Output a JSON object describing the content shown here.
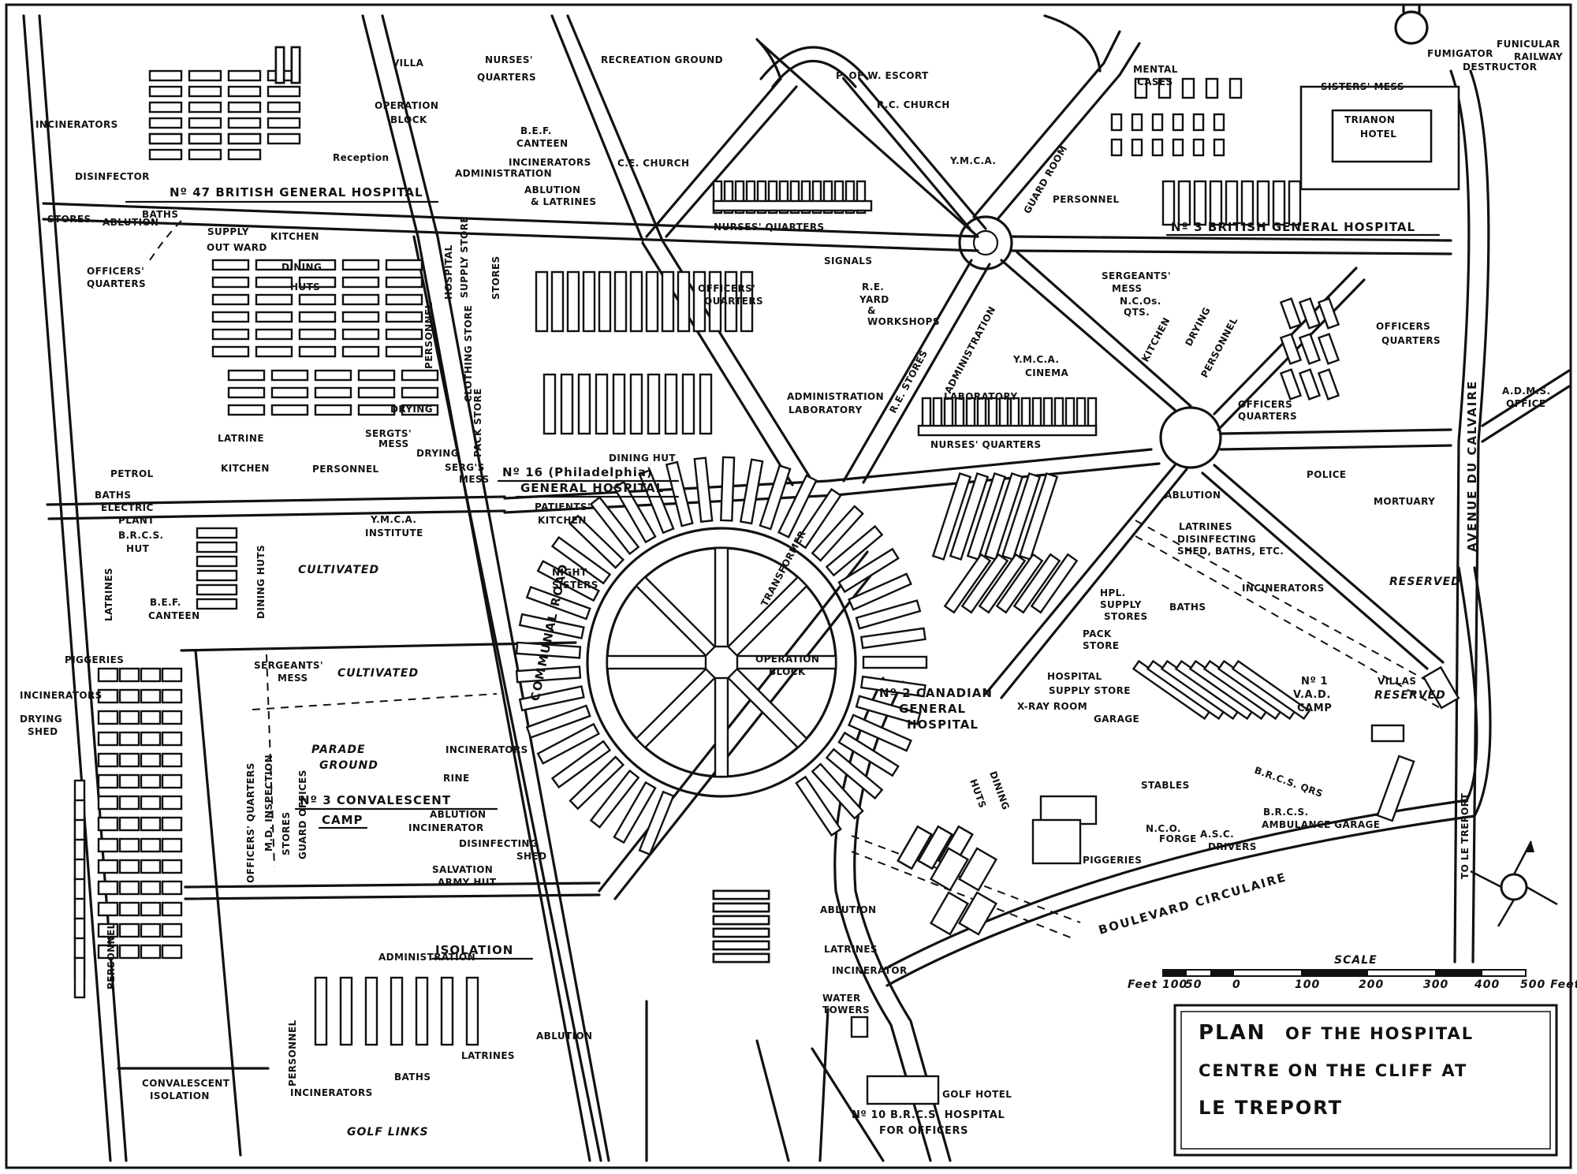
{
  "title": {
    "line1_big": "PLAN",
    "line1_rest": "OF THE HOSPITAL",
    "line2": "CENTRE ON THE CLIFF AT",
    "line3": "LE TREPORT"
  },
  "scale": {
    "heading": "SCALE",
    "ticks": [
      "Feet 100",
      "50",
      "0",
      "100",
      "200",
      "300",
      "400",
      "500 Feet"
    ]
  },
  "hospitals": {
    "h47": "Nº 47 BRITISH GENERAL HOSPITAL",
    "h3": "Nº 3 BRITISH GENERAL HOSPITAL",
    "h16a": "Nº 16 (Philadelphia)",
    "h16b": "GENERAL HOSPITAL",
    "c2a": "Nº 2 CANADIAN",
    "c2b": "GENERAL",
    "c2c": "HOSPITAL",
    "conv_a": "Nº 3 CONVALESCENT",
    "conv_b": "CAMP",
    "isolation": "ISOLATION",
    "golf_a": "Nº 10 B.R.C.S. HOSPITAL",
    "golf_b": "FOR OFFICERS",
    "vad_a": "Nº 1",
    "vad_b": "V.A.D.",
    "vad_c": "CAMP"
  },
  "roads": {
    "boulevard": "BOULEVARD CIRCULAIRE",
    "calvaire": "AVENUE DU CALVAIRE",
    "communal": "COMMUNAL ROAD",
    "treport": "TO LE TREPORT"
  },
  "labels": {
    "villa": "VILLA",
    "nurses_q_a": "NURSES'",
    "nurses_q_b": "QUARTERS",
    "operation_block_a": "OPERATION",
    "operation_block_b": "BLOCK",
    "recreation": "RECREATION GROUND",
    "pow": "P. OF W. ESCORT",
    "mental_a": "MENTAL",
    "mental_b": "CASES",
    "fumigator": "FUMIGATOR",
    "destructor": "DESTRUCTOR",
    "funicular_a": "FUNICULAR",
    "funicular_b": "RAILWAY",
    "sisters_mess": "SISTERS' MESS",
    "trianon_a": "TRIANON",
    "trianon_b": "HOTEL",
    "incinerators": "INCINERATORS",
    "disinfector": "DISINFECTOR",
    "reception": "Reception",
    "bef_canteen_a": "B.E.F.",
    "bef_canteen_b": "CANTEEN",
    "incinerator": "INCINERATOR",
    "rc_church": "R.C. CHURCH",
    "ce_church": "C.E. CHURCH",
    "ymca": "Y.M.C.A.",
    "administration": "ADMINISTRATION",
    "ablution": "ABLUTION",
    "latrines_amp": "& LATRINES",
    "nurses_quarters": "NURSES' QUARTERS",
    "guard_room": "GUARD ROOM",
    "personnel": "PERSONNEL",
    "stores": "STORES",
    "baths": "BATHS",
    "supply": "SUPPLY",
    "kitchen": "KITCHEN",
    "out_ward": "OUT WARD",
    "dining": "DINING",
    "huts": "HUTS",
    "officers_quarters_a": "OFFICERS'",
    "officers_quarters_b": "QUARTERS",
    "hospital": "HOSPITAL",
    "supply_store": "SUPPLY STORE",
    "clothing_store": "CLOTHING STORE",
    "pack_store": "PACK STORE",
    "signals": "SIGNALS",
    "re_yard_a": "R.E.",
    "re_yard_b": "YARD",
    "re_yard_c": "&",
    "workshops": "WORKSHOPS",
    "re_stores": "R.E. STORES",
    "administration_lab": "ADMINISTRATION",
    "laboratory": "LABORATORY",
    "ymca_cinema_a": "Y.M.C.A.",
    "ymca_cinema_b": "CINEMA",
    "sergeants_mess_a": "SERGEANTS'",
    "sergeants_mess_b": "MESS",
    "ncos_a": "N.C.Os.",
    "ncos_b": "QTS.",
    "drying": "DRYING",
    "officers_q2_a": "OFFICERS",
    "officers_q2_b": "QUARTERS",
    "adms_a": "A.D.M.S.",
    "adms_b": "OFFICE",
    "latrine": "LATRINE",
    "sergts_mess_a": "SERGTS'",
    "sergts_mess_b": "MESS",
    "sergs_mess_a": "SERG'S",
    "sergs_mess_b": "MESS",
    "dining_hut": "DINING HUT",
    "petrol": "PETROL",
    "electric_plant_a": "ELECTRIC",
    "electric_plant_b": "PLANT",
    "brcs_hut_a": "B.R.C.S.",
    "brcs_hut_b": "HUT",
    "latrines": "LATRINES",
    "bef_canteen2_a": "B.E.F.",
    "bef_canteen2_b": "CANTEEN",
    "ymca_institute_a": "Y.M.C.A.",
    "ymca_institute_b": "INSTITUTE",
    "dining_huts": "DINING HUTS",
    "cultivated": "CULTIVATED",
    "patients_kitchen_a": "PATIENTS'",
    "patients_kitchen_b": "KITCHEN",
    "night_sisters_a": "NIGHT",
    "night_sisters_b": "SISTERS",
    "transformer": "TRANSFORMER",
    "operation_block2_a": "OPERATION",
    "operation_block2_b": "BLOCK",
    "police": "POLICE",
    "mortuary": "MORTUARY",
    "reserved": "RESERVED",
    "disinfecting_shed": "DISINFECTING",
    "sheds_baths": "SHED, BATHS, ETC.",
    "hpl_supply_a": "HPL.",
    "hpl_supply_b": "SUPPLY",
    "hpl_supply_c": "STORES",
    "pack_store2_a": "PACK",
    "pack_store2_b": "STORE",
    "hospital_supply": "HOSPITAL",
    "hospital_supply_b": "SUPPLY STORE",
    "xray": "X-RAY ROOM",
    "garage": "GARAGE",
    "villas": "VILLAS",
    "piggeries": "PIGGERIES",
    "drying_shed_a": "DRYING",
    "drying_shed_b": "SHED",
    "sergeants_mess2_a": "SERGEANTS'",
    "sergeants_mess2_b": "MESS",
    "parade_a": "PARADE",
    "parade_b": "GROUND",
    "rine": "RINE",
    "disinfecting_shed2_a": "DISINFECTING",
    "disinfecting_shed2_b": "SHED",
    "salvation_a": "SALVATION",
    "salvation_b": "ARMY HUT",
    "officers_quarters3": "OFFICERS' QUARTERS",
    "md_inspection": "M.D. INSPECTION",
    "guard_offices": "GUARD OFFICES",
    "stables": "STABLES",
    "brcs_qrs": "B.R.C.S. QRS",
    "brcs_garage_a": "B.R.C.S.",
    "brcs_garage_b": "AMBULANCE GARAGE",
    "nco_forge_a": "N.C.O.",
    "nco_forge_b": "FORGE",
    "asc_drivers_a": "A.S.C.",
    "asc_drivers_b": "DRIVERS",
    "water_towers_a": "WATER",
    "water_towers_b": "TOWERS",
    "golf_hotel": "GOLF HOTEL",
    "golf_links": "GOLF LINKS",
    "convalescent_isolation_a": "CONVALESCENT",
    "convalescent_isolation_b": "ISOLATION"
  }
}
